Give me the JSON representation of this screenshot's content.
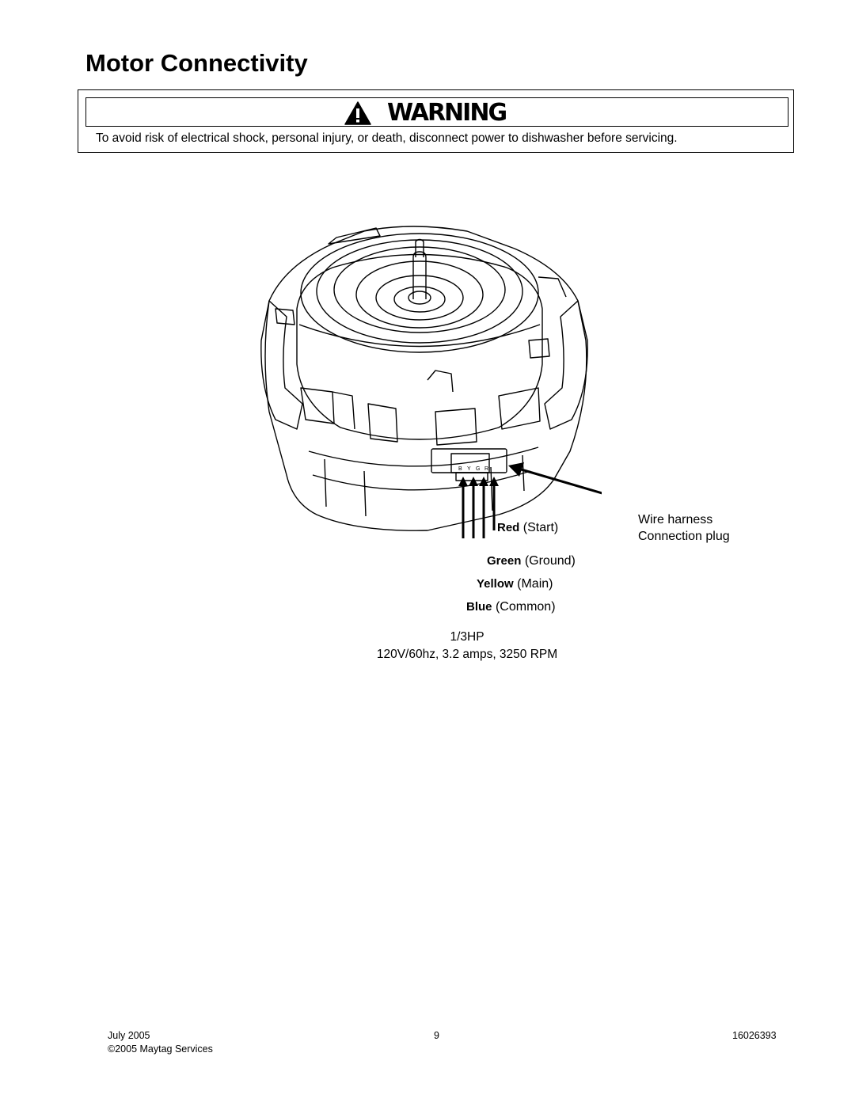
{
  "title": "Motor Connectivity",
  "warning": {
    "heading": "WARNING",
    "text": "To avoid risk of electrical shock, personal injury, or death, disconnect power to dishwasher before servicing."
  },
  "plug_pin_letters": [
    "B",
    "Y",
    "G",
    "R"
  ],
  "wires": [
    {
      "color_name": "Red",
      "function": "(Start)",
      "hex": "#000000"
    },
    {
      "color_name": "Green",
      "function": "(Ground)",
      "hex": "#000000"
    },
    {
      "color_name": "Yellow",
      "function": "(Main)",
      "hex": "#000000"
    },
    {
      "color_name": "Blue",
      "function": "(Common)",
      "hex": "#000000"
    }
  ],
  "harness_label": {
    "line1": "Wire harness",
    "line2": "Connection plug"
  },
  "spec": {
    "line1": "1/3HP",
    "line2": "120V/60hz, 3.2 amps, 3250 RPM"
  },
  "footer": {
    "date": "July 2005",
    "copyright": "©2005 Maytag Services",
    "page_number": "9",
    "doc_number": "16026393"
  }
}
